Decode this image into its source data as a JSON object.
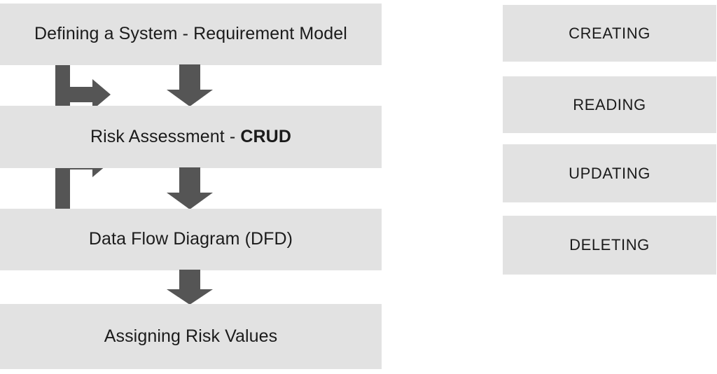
{
  "diagram": {
    "type": "flowchart",
    "title": "Defining a System - Requirement Model flow with CRUD branch",
    "colors": {
      "box_fill": "#e2e2e2",
      "arrow_fill": "#555555",
      "text": "#1b1b1b",
      "background": "#ffffff"
    },
    "process_flow": {
      "name": "main-vertical-flow",
      "steps": [
        {
          "id": "requirement-model",
          "label": "Defining a System - Requirement Model",
          "emphasis": ""
        },
        {
          "id": "risk-assessment",
          "label": "Risk Assessment - ",
          "emphasis": "CRUD"
        },
        {
          "id": "data-flow-diagram",
          "label": "Data Flow Diagram (DFD)",
          "emphasis": ""
        },
        {
          "id": "assigning-risk-values",
          "label": "Assigning Risk Values",
          "emphasis": ""
        }
      ],
      "connectors": [
        {
          "id": "req-to-risk",
          "from": "requirement-model",
          "to": "risk-assessment",
          "direction": "down"
        },
        {
          "id": "risk-to-dfd",
          "from": "risk-assessment",
          "to": "data-flow-diagram",
          "direction": "down"
        },
        {
          "id": "dfd-to-values",
          "from": "data-flow-diagram",
          "to": "assigning-risk-values",
          "direction": "down"
        }
      ]
    },
    "crud_branch": {
      "name": "crud-branch-connector",
      "source": "risk-assessment",
      "direction": "right",
      "branch_count": 4,
      "items": [
        {
          "id": "creating",
          "label": "CREATING"
        },
        {
          "id": "reading",
          "label": "READING"
        },
        {
          "id": "updating",
          "label": "UPDATING"
        },
        {
          "id": "deleting",
          "label": "DELETING"
        }
      ]
    }
  }
}
